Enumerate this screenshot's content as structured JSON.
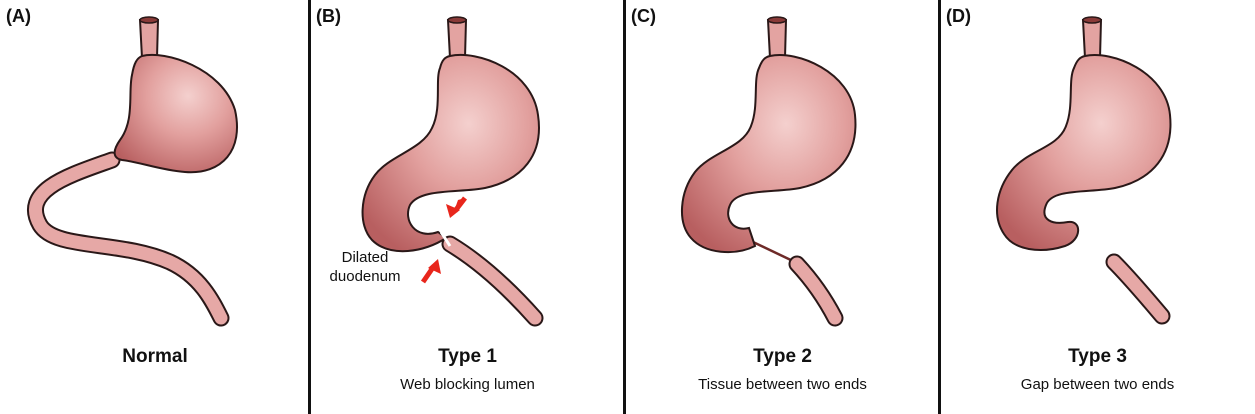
{
  "panels": [
    {
      "letter": "(A)",
      "title": "Normal",
      "description": ""
    },
    {
      "letter": "(B)",
      "title": "Type 1",
      "description": "Web blocking lumen",
      "annotation": "Dilated duodenum"
    },
    {
      "letter": "(C)",
      "title": "Type 2",
      "description": "Tissue between two ends"
    },
    {
      "letter": "(D)",
      "title": "Type 3",
      "description": "Gap between two ends"
    }
  ],
  "colors": {
    "tissue": "#e5a1a0",
    "outline": "#2a1818",
    "arrow": "#e8261c",
    "divider": "#111111"
  }
}
